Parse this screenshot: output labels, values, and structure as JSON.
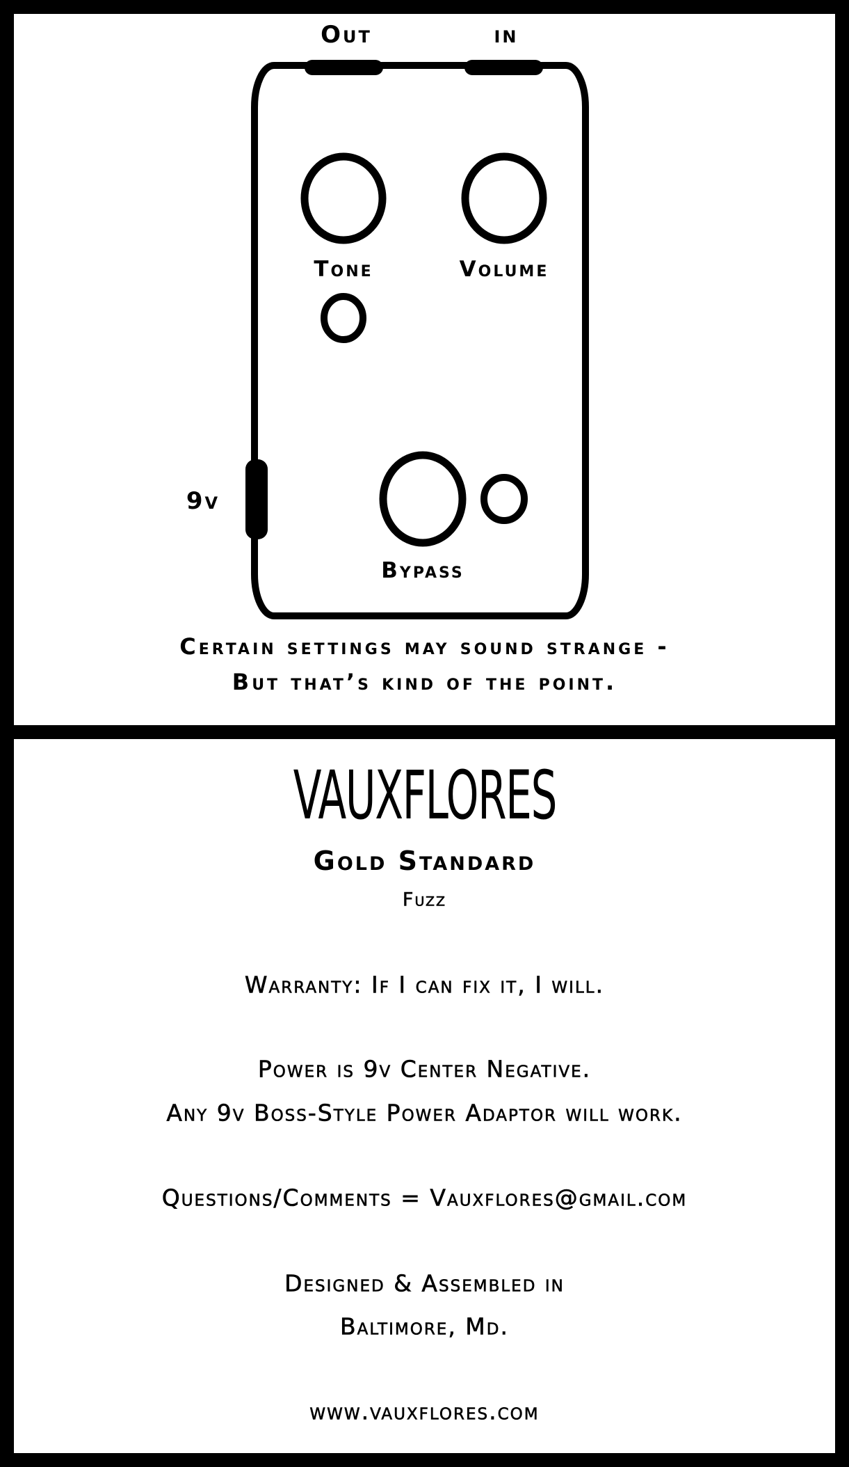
{
  "diagram": {
    "jack_out_label": "Out",
    "jack_in_label": "in",
    "knob_tone_label": "Tone",
    "knob_volume_label": "Volume",
    "power_jack_label": "9v",
    "bypass_label": "Bypass",
    "caption_line1": "Certain settings may sound strange -",
    "caption_line2": "But that’s kind of the point."
  },
  "info": {
    "brand": "VAUXFLORES",
    "product_name": "Gold Standard",
    "product_type": "Fuzz",
    "warranty": "Warranty: If I can fix it, I will.",
    "power_line1": "Power is 9v Center Negative.",
    "power_line2": "Any 9v Boss-Style Power Adaptor will work.",
    "contact": "Questions/Comments = Vauxflores@gmail.com",
    "origin_line1": "Designed & Assembled in",
    "origin_line2": "Baltimore, Md.",
    "website": "www.vauxflores.com"
  }
}
